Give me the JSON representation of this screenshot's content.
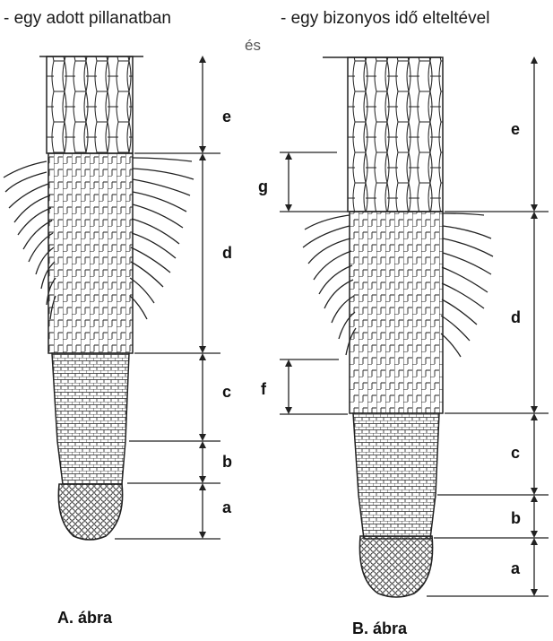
{
  "headers": {
    "left": "- egy adott pillanatban",
    "middle": "és",
    "right": "- egy bizonyos idő elteltével"
  },
  "figure_a": {
    "caption": "A. ábra",
    "segments": [
      "e",
      "d",
      "c",
      "b",
      "a"
    ]
  },
  "figure_b": {
    "caption": "B. ábra",
    "segments": [
      "e",
      "d",
      "c",
      "b",
      "a"
    ],
    "side_markers": [
      "g",
      "f"
    ]
  },
  "colors": {
    "ink": "#1a1a1a",
    "paper": "#ffffff"
  }
}
